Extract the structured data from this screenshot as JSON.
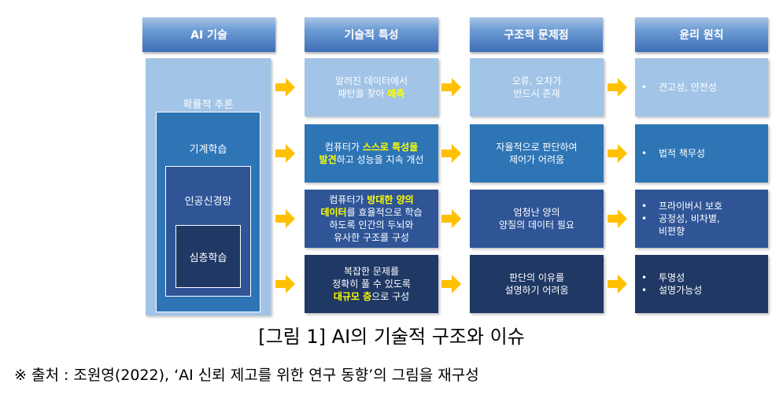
{
  "headers": [
    "AI 기술",
    "기술적 특성",
    "구조적 문제점",
    "윤리 원칙"
  ],
  "ai_tech": {
    "outer": "확률적 추론",
    "level2": "기계학습",
    "level3": "인공신경망",
    "level4": "심층학습"
  },
  "rows": [
    {
      "tech": [
        {
          "t": "알려진 데이터에서",
          "br": true
        },
        {
          "t": "패턴을 찾아 "
        },
        {
          "t": "예측",
          "hl": true
        }
      ],
      "problem": [
        "오류, 오차가",
        "반드시 존재"
      ],
      "ethics": [
        "견고성, 안전성"
      ]
    },
    {
      "tech": [
        {
          "t": "컴퓨터가 "
        },
        {
          "t": "스스로 특성을",
          "hl": true,
          "br": true
        },
        {
          "t": "발견",
          "hl": true
        },
        {
          "t": "하고 성능을 지속 개선"
        }
      ],
      "problem": [
        "자율적으로 판단하여",
        "제어가 어려움"
      ],
      "ethics": [
        "법적 책무성"
      ]
    },
    {
      "tech": [
        {
          "t": "컴퓨터가 "
        },
        {
          "t": "방대한 양의",
          "hl": true,
          "br": true
        },
        {
          "t": "데이터",
          "hl": true
        },
        {
          "t": "를 효율적으로 학습",
          "br": true
        },
        {
          "t": "하도록 인간의 두뇌와",
          "br": true
        },
        {
          "t": "유사한 구조를 구성"
        }
      ],
      "problem": [
        "엄청난 양의",
        "양질의 데이터 필요"
      ],
      "ethics": [
        "프라이버시 보호",
        "공정성, 비차별,\n비편향"
      ]
    },
    {
      "tech": [
        {
          "t": "복잡한 문제를",
          "br": true
        },
        {
          "t": "정확히 풀 수 있도록",
          "br": true
        },
        {
          "t": "대규모 층",
          "hl": true
        },
        {
          "t": "으로 구성"
        }
      ],
      "problem": [
        "판단의 이유를",
        "설명하기 어려움"
      ],
      "ethics": [
        "투명성",
        "설명가능성"
      ]
    }
  ],
  "caption": "[그림 1] AI의 기술적 구조와 이슈",
  "source": "※ 출처 : 조원영(2022), ‘AI 신뢰 제고를 위한 연구 동향’의 그림을 재구성",
  "colors": {
    "row1": "#a2c4e6",
    "row2": "#2e75b6",
    "row3": "#2f5597",
    "row4": "#1f3864",
    "highlight": "#ffff00",
    "arrow": "#ffc000"
  }
}
